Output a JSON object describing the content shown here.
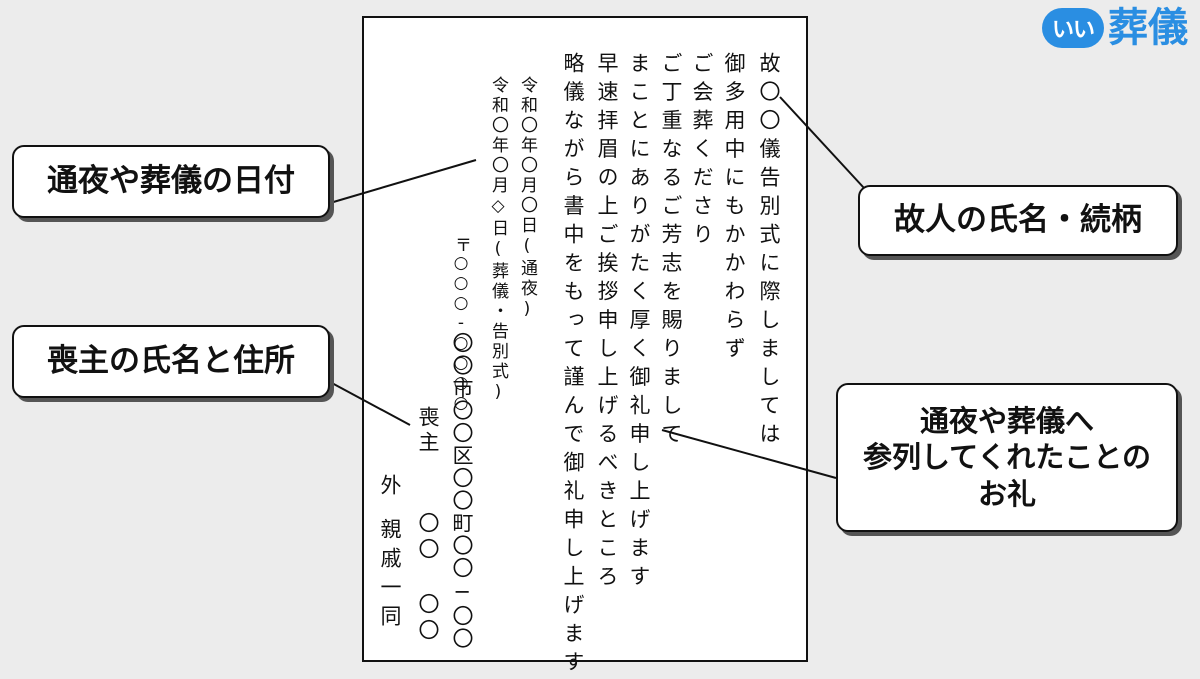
{
  "logo": {
    "badge": "いい",
    "name": "葬儀"
  },
  "letter": {
    "body_columns": [
      "故〇〇儀告別式に際しましては",
      "御多用中にもかかわらず",
      "ご会葬くださり",
      "ご丁重なるご芳志を賜りまして",
      "まことにありがたく厚く御礼申し上げます",
      "早速拝眉の上ご挨拶申し上げるべきところ",
      "略儀ながら書中をもって謹んで御礼申し上げます"
    ],
    "date_wake": "令和〇年〇月〇日(通夜)",
    "date_funeral": "令和〇年〇月◇日(葬儀・告別式)",
    "postal_code": "〒○○○-○○○○",
    "address": "〇〇市〇〇区〇〇町〇〇−〇〇",
    "chief_mourner_title": "喪主",
    "chief_mourner_name": "〇〇 〇〇",
    "relatives_prefix": "外",
    "relatives": "親戚一同"
  },
  "callouts": {
    "date": "通夜や葬儀の日付",
    "mourner": "喪主の氏名と住所",
    "deceased": "故人の氏名・続柄",
    "thanks_line1": "通夜や葬儀へ",
    "thanks_line2": "参列してくれたことの",
    "thanks_line3": "お礼"
  }
}
